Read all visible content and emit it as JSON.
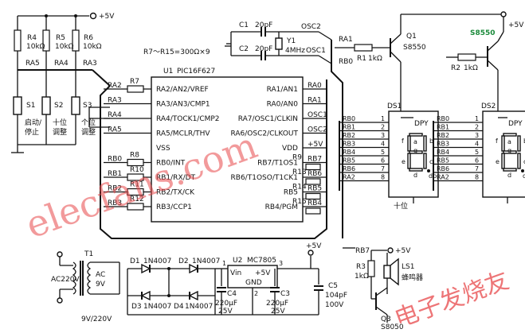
{
  "supply": {
    "vcc": "+5V"
  },
  "pullups": [
    {
      "ref": "R4",
      "value": "10kΩ"
    },
    {
      "ref": "R5",
      "value": "10kΩ"
    },
    {
      "ref": "R6",
      "value": "10kΩ"
    }
  ],
  "pin_labels": {
    "ra5": "RA5",
    "ra4": "RA4",
    "ra3": "RA3",
    "ra2": "RA2"
  },
  "switches": [
    {
      "ref": "S1",
      "desc": [
        "启动/",
        "停止"
      ]
    },
    {
      "ref": "S2",
      "desc": [
        "十位",
        "调整"
      ]
    },
    {
      "ref": "S3",
      "desc": [
        "个位",
        "调整"
      ]
    }
  ],
  "range_note": "R7～R15=300Ω×9",
  "mcu": {
    "ref": "U1",
    "part": "PIC16F627",
    "left_pins": [
      "RA2/AN2/VREF",
      "RA3/AN3/CMP1",
      "RA4/TOCK1/CMP2",
      "RA5/MCLR/THV",
      "VSS",
      "RB0/INT",
      "RB1/RX/DT",
      "RB2/TX/CK",
      "RB3/CCP1"
    ],
    "right_pins": [
      "RA1/AN1",
      "RA0/AN0",
      "RA7/OSC1/CLKIN",
      "RA6/OSC2/CLKOUT",
      "VDD",
      "RB7/T1OS1",
      "RB6/T1OSO/T1CK1",
      "RB5",
      "RB4/PGM"
    ],
    "left_nets": [
      "RA2",
      "RA3",
      "RA4",
      "RA5",
      "",
      "RB0",
      "RB1",
      "RB2",
      "RB3"
    ],
    "left_res": [
      "R7",
      "",
      "",
      "",
      "",
      "R8",
      "R10",
      "R11",
      "R12"
    ],
    "right_nets": [
      "RA0",
      "RA1",
      "OSC1",
      "OSC2",
      "+5V",
      "RB7",
      "RB6",
      "RB5",
      "RB4"
    ],
    "right_res": [
      "",
      "",
      "",
      "",
      "",
      "R9",
      "R13",
      "R14",
      "R15"
    ]
  },
  "crystal": {
    "c1": {
      "ref": "C1",
      "value": "20pF"
    },
    "c2": {
      "ref": "C2",
      "value": "20pF"
    },
    "y1": {
      "ref": "Y1",
      "value": "4MHz"
    },
    "osc2": "OSC2",
    "osc1": "OSC1"
  },
  "drivers": {
    "ra1": "RA1",
    "r1": {
      "ref": "R1",
      "value": "1kΩ"
    },
    "rb0": "RB0",
    "q1": {
      "ref": "Q1",
      "part": "S8550"
    },
    "r2": {
      "ref": "R2",
      "value": "1kΩ"
    },
    "q2_part": "S8550",
    "vcc": "+5V"
  },
  "displays": [
    {
      "ref": "DS1",
      "type": "DPY",
      "label": "十位"
    },
    {
      "ref": "DS2",
      "type": "DPY",
      "label": ""
    }
  ],
  "seg_nets": [
    "RB0",
    "RB1",
    "RB2",
    "RB3",
    "RB4",
    "RB5",
    "RB6",
    "RA2"
  ],
  "seg_pins": [
    "1",
    "2",
    "3",
    "4",
    "5",
    "6",
    "7",
    "8"
  ],
  "seg_letters": [
    "a",
    "b",
    "c",
    "d",
    "e",
    "f",
    "g",
    "dp"
  ],
  "seg_inner": [
    "a",
    "f",
    "g",
    "b",
    "e",
    "c",
    "d",
    "dp"
  ],
  "power": {
    "transformer": {
      "ref": "T1",
      "primary": "AC220V",
      "secondary": [
        "AC",
        "9V"
      ],
      "rating": "9V/220V"
    },
    "diodes": [
      {
        "ref": "D1",
        "part": "1N4007"
      },
      {
        "ref": "D2",
        "part": "1N4007"
      },
      {
        "ref": "D3",
        "part": "1N4007"
      },
      {
        "ref": "D4",
        "part": "1N4007"
      }
    ],
    "regulator": {
      "ref": "U2",
      "part": "MC7805",
      "vin": "Vin",
      "vout": "+5V",
      "gnd": "GND",
      "pins": [
        "1",
        "3",
        "2"
      ]
    },
    "c4": {
      "ref": "C4",
      "values": [
        "220μF",
        "25V"
      ]
    },
    "c3": {
      "ref": "C3",
      "values": [
        "220μF",
        "25V"
      ]
    },
    "c5": {
      "ref": "C5",
      "values": [
        "104pF",
        "100V"
      ]
    },
    "vout": "+5V"
  },
  "buzzer": {
    "rb7": "RB7",
    "vcc": "+5V",
    "r3": {
      "ref": "R3",
      "value": "1kΩ"
    },
    "ls1": {
      "ref": "LS1",
      "desc": "蜂鸣器"
    },
    "q3": {
      "ref": "Q3",
      "part": "S8050"
    }
  },
  "watermark": {
    "latin": "elecfans.com",
    "cn": "电子发烧友"
  }
}
